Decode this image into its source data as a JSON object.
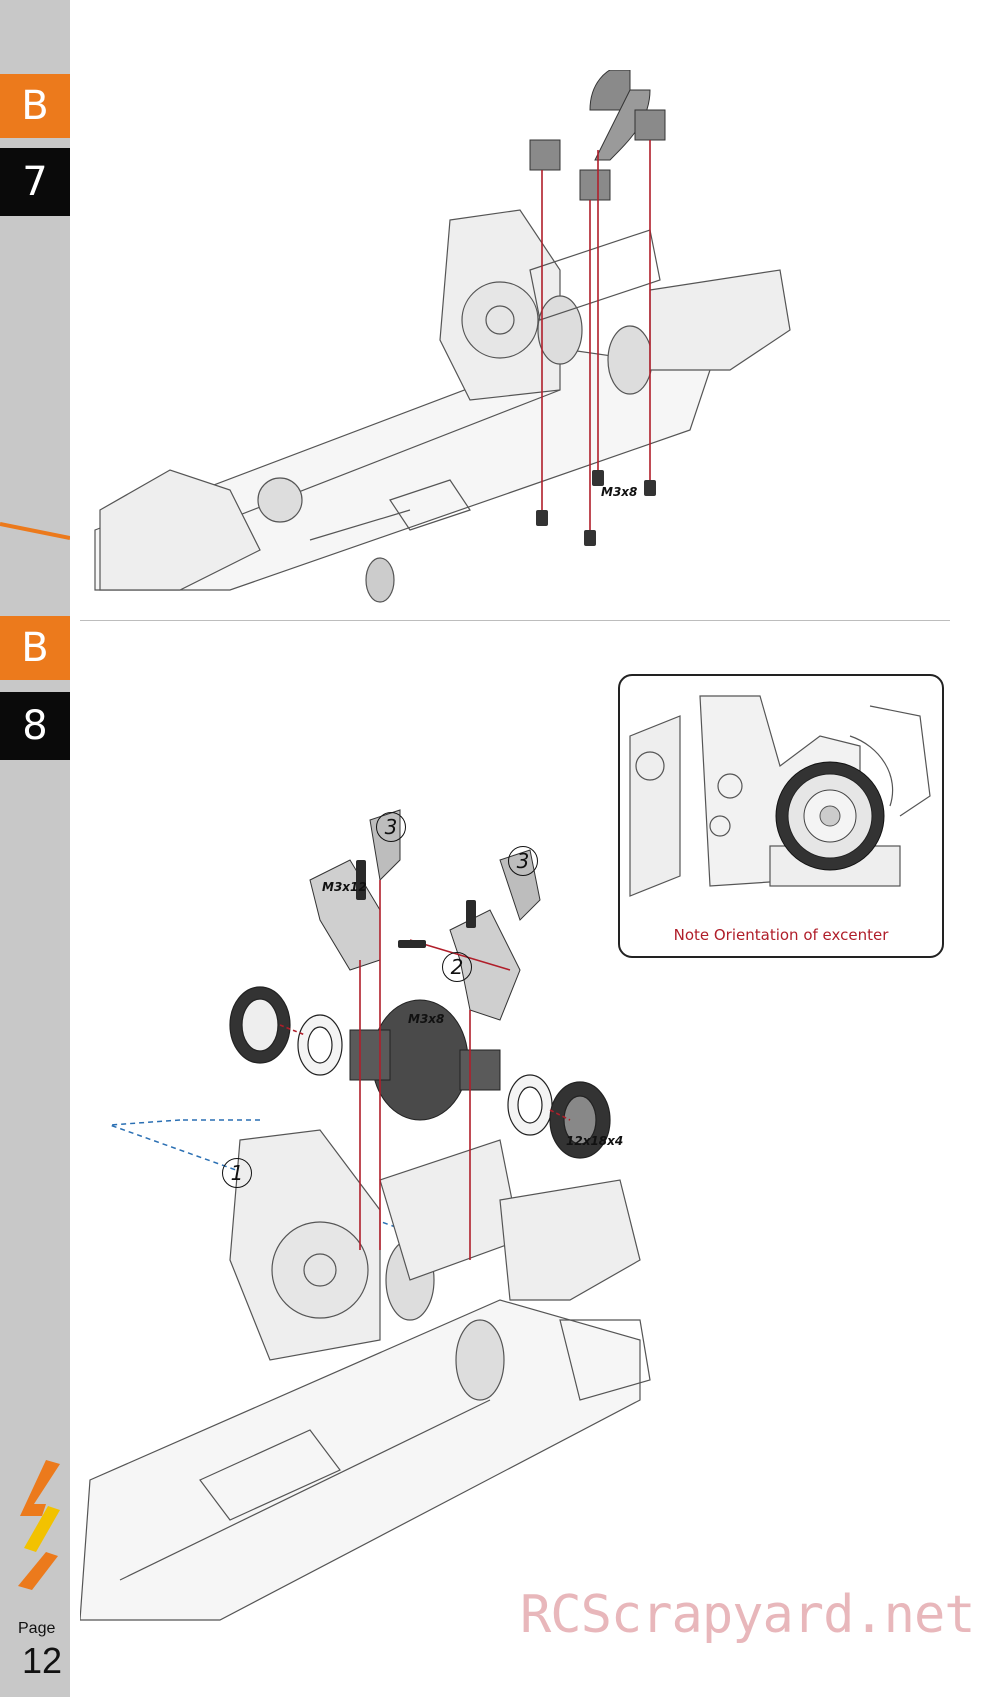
{
  "sidebar": {
    "tabs": [
      {
        "letter": "B",
        "number": "7"
      },
      {
        "letter": "B",
        "number": "8"
      }
    ],
    "page_label": "Page",
    "page_number": "12"
  },
  "step7": {
    "screw_label": "M3x8"
  },
  "step8": {
    "screw_label_top": "M3x12",
    "screw_label_side": "M3x8",
    "bearing_label": "12x18x4",
    "circle_1": "1",
    "circle_2": "2",
    "circle_3a": "3",
    "circle_3b": "3",
    "note_caption": "Note Orientation of excenter"
  },
  "colors": {
    "orange": "#ec7a1c",
    "black": "#0a0a0a",
    "sidebar_gray": "#c8c8c8",
    "guide_red": "#b01e2a",
    "guide_blue": "#2a6fb3"
  },
  "watermark": "RCScrapyard.net"
}
